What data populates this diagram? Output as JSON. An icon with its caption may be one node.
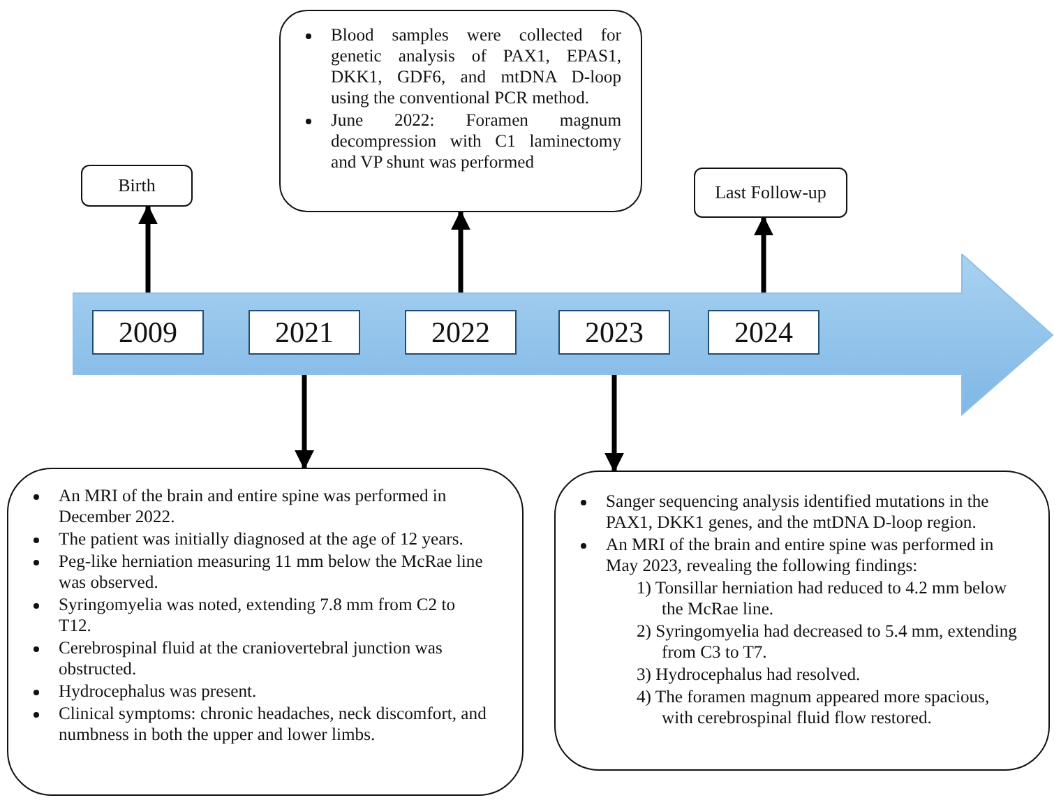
{
  "diagram": {
    "nodes": [
      {
        "text": [
          "Blood samples were collected for genetic analysis of PAX1, EPAS1, DKK1, GDF6, and mtDNA D-loop using the conventional PCR method.",
          "June 2022: Foramen magnum decompression with C1 laminectomy and VP shunt was performed"
        ]
      },
      {
        "text": [
          "Birth"
        ]
      },
      {
        "text": [
          "Last Follow-up"
        ]
      },
      {
        "text": [],
        "shape": "arrow"
      },
      {
        "text": [
          "2009"
        ],
        "in": 3
      },
      {
        "text": [
          "2021"
        ],
        "in": 3
      },
      {
        "text": [
          "2022"
        ],
        "in": 3
      },
      {
        "text": [
          "2023"
        ],
        "in": 3
      },
      {
        "text": [
          "2024"
        ],
        "in": 3
      },
      {
        "text": [
          "An MRI of the brain and entire spine was performed in December 2022.",
          "The patient was initially diagnosed at the age of 12 years.",
          "Peg-like herniation measuring 11 mm below the McRae line was observed.",
          "Syringomyelia was noted, extending 7.8 mm from C2 to T12.",
          "Cerebrospinal fluid at the craniovertebral junction was obstructed.",
          "Hydrocephalus was present.",
          "Clinical symptoms: chronic headaches, neck discomfort, and numbness in both the upper and lower limbs."
        ]
      },
      {
        "text": [
          "Sanger sequencing analysis identified mutations in the PAX1, DKK1 genes, and the mtDNA D-loop region.",
          "An MRI of the brain and entire spine was performed in May 2023, revealing the following findings:",
          "1) Tonsillar herniation had reduced to 4.2 mm below the McRae line.",
          "2) Syringomyelia had decreased to 5.4 mm, extending from C3 to T7.",
          "3) Hydrocephalus had resolved.",
          "4) The foramen magnum appeared more spacious, with cerebrospinal fluid flow restored."
        ]
      }
    ],
    "edges": [
      {
        "from": 4,
        "to": 1,
        "arrow": "to"
      },
      {
        "from": 6,
        "to": 0,
        "arrow": "to"
      },
      {
        "from": 8,
        "to": 2,
        "arrow": "to"
      },
      {
        "from": 5,
        "to": 9,
        "arrow": "to"
      },
      {
        "from": 7,
        "to": 10,
        "arrow": "to"
      }
    ]
  }
}
